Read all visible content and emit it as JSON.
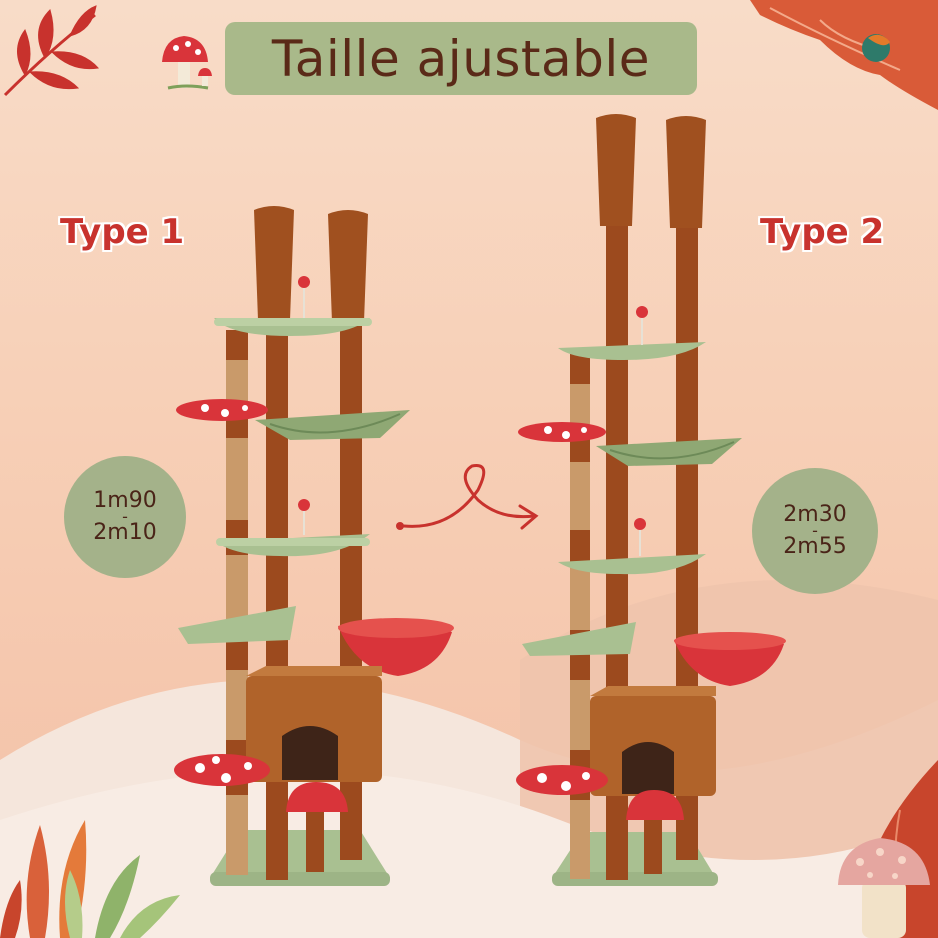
{
  "title": "Taille ajustable",
  "types": [
    {
      "label": "Type 1",
      "size_min": "1m90",
      "separator": "-",
      "size_max": "2m10"
    },
    {
      "label": "Type 2",
      "size_min": "2m30",
      "separator": "-",
      "size_max": "2m55"
    }
  ],
  "icons": {
    "title_icon": "mushroom-icon",
    "transition_icon": "curly-arrow-icon"
  },
  "colors": {
    "background": "#f7d2bb",
    "banner": "#a9b98a",
    "title_text": "#5a2a18",
    "type_label": "#c8322d",
    "badge": "#a4b28a",
    "platform_green": "#a9c091",
    "post_brown": "#9c4a1e",
    "sisal": "#c99a6a",
    "mushroom_red": "#d9343a"
  }
}
